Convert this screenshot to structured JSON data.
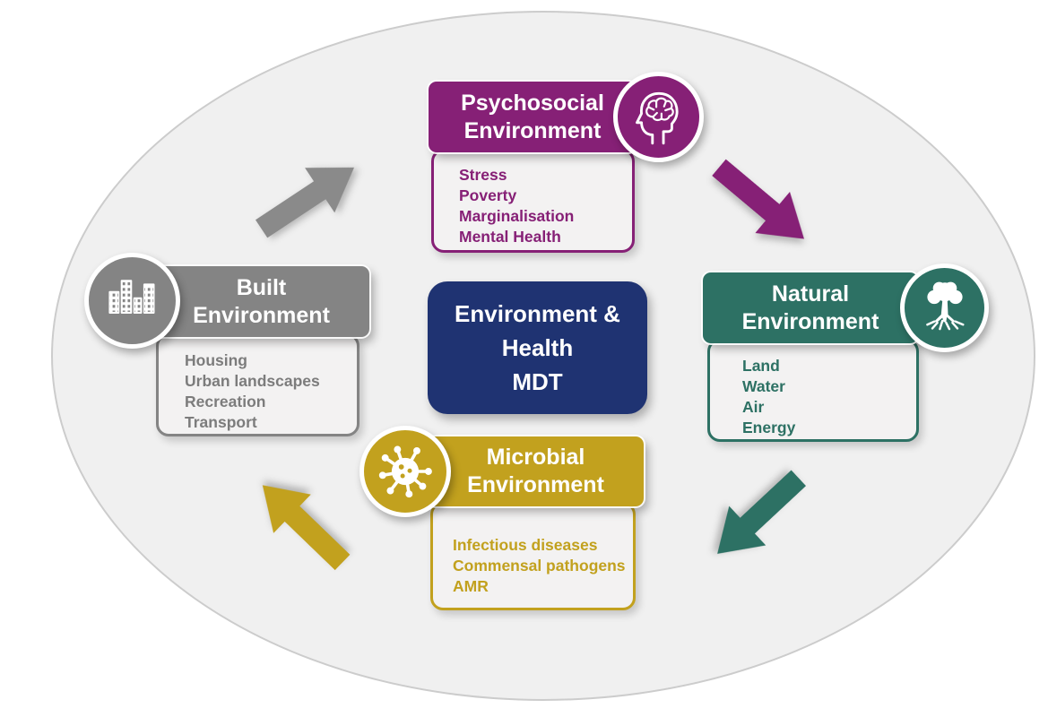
{
  "theme": {
    "purple": "#862076",
    "teal": "#2d7164",
    "gray": "#848484",
    "gold": "#c2a11e",
    "navy": "#1f3372",
    "arrow_gray": "#8a8a8a",
    "ellipse_fill": "#f0f0f0"
  },
  "center_box": {
    "line1": "Environment &",
    "line2": "Health",
    "line3": "MDT"
  },
  "psychosocial": {
    "title_line1": "Psychosocial",
    "title_line2": "Environment",
    "icon": "head-brain-icon",
    "color": "#862076",
    "items": [
      "Stress",
      "Poverty",
      "Marginalisation",
      "Mental Health"
    ]
  },
  "natural": {
    "title_line1": "Natural",
    "title_line2": "Environment",
    "icon": "tree-roots-icon",
    "color": "#2d7164",
    "items": [
      "Land",
      "Water",
      "Air",
      "Energy"
    ]
  },
  "built": {
    "title_line1": "Built",
    "title_line2": "Environment",
    "icon": "buildings-icon",
    "color": "#848484",
    "items": [
      "Housing",
      "Urban landscapes",
      "Recreation",
      "Transport"
    ]
  },
  "microbial": {
    "title_line1": "Microbial",
    "title_line2": "Environment",
    "icon": "virus-icon",
    "color": "#c2a11e",
    "items": [
      "Infectious diseases",
      "Commensal pathogens",
      "AMR"
    ]
  },
  "arrows": [
    {
      "from": "built",
      "to": "psychosocial",
      "color": "#8a8a8a",
      "direction": "up-right"
    },
    {
      "from": "psychosocial",
      "to": "natural",
      "color": "#862076",
      "direction": "down-right"
    },
    {
      "from": "natural",
      "to": "microbial",
      "color": "#2d7164",
      "direction": "down-left"
    },
    {
      "from": "microbial",
      "to": "built",
      "color": "#c2a11e",
      "direction": "up-left"
    }
  ]
}
